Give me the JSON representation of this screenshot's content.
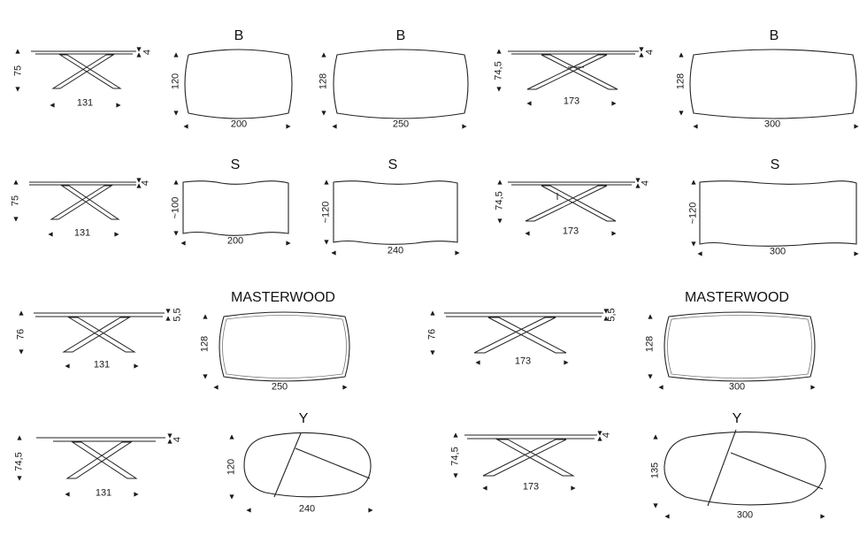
{
  "titles": {
    "b": "B",
    "s": "S",
    "masterwood": "MASTERWOOD",
    "y": "Y"
  },
  "dims": {
    "r1_side1_h": "75",
    "r1_side1_t": "4",
    "r1_side1_base": "131",
    "r1_b1_w": "120",
    "r1_b1_l": "200",
    "r1_b2_w": "128",
    "r1_b2_l": "250",
    "r1_side2_h": "74,5",
    "r1_side2_t": "4",
    "r1_side2_base": "173",
    "r1_b3_w": "128",
    "r1_b3_l": "300",
    "r2_side1_h": "75",
    "r2_side1_t": "4",
    "r2_side1_base": "131",
    "r2_s1_w": "~100",
    "r2_s1_l": "200",
    "r2_s2_w": "~120",
    "r2_s2_l": "240",
    "r2_side2_h": "74,5",
    "r2_side2_t": "4",
    "r2_side2_base": "173",
    "r2_s3_w": "~120",
    "r2_s3_l": "300",
    "r3_side1_h": "76",
    "r3_side1_t": "5,5",
    "r3_side1_base": "131",
    "r3_m1_w": "128",
    "r3_m1_l": "250",
    "r3_side2_h": "76",
    "r3_side2_t": "5,5",
    "r3_side2_base": "173",
    "r3_m2_w": "128",
    "r3_m2_l": "300",
    "r4_side1_h": "74,5",
    "r4_side1_t": "4",
    "r4_side1_base": "131",
    "r4_y1_w": "120",
    "r4_y1_l": "240",
    "r4_side2_h": "74,5",
    "r4_side2_t": "4",
    "r4_side2_base": "173",
    "r4_y2_w": "135",
    "r4_y2_l": "300"
  }
}
